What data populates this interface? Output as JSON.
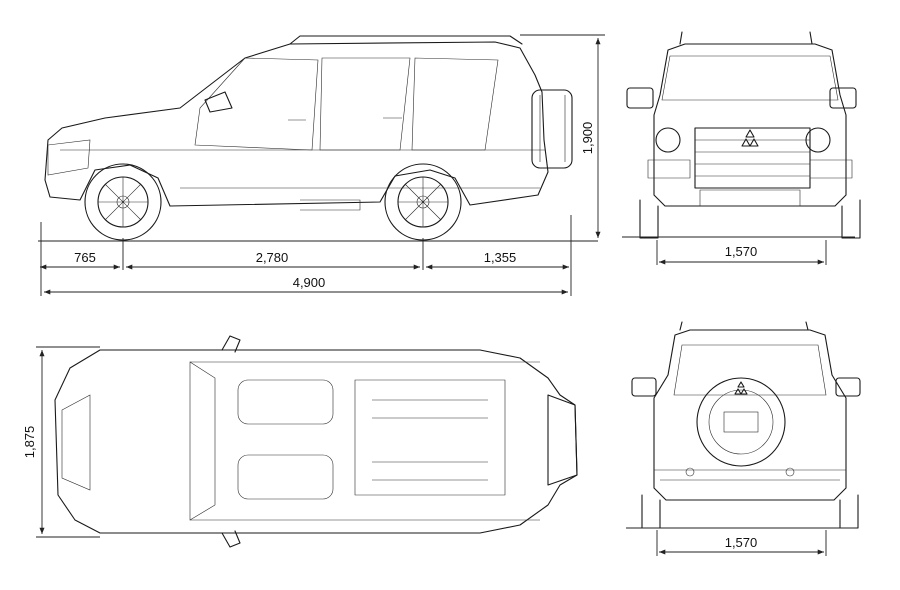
{
  "dimensions": {
    "front_overhang": "765",
    "wheelbase": "2,780",
    "rear_overhang": "1,355",
    "overall_length": "4,900",
    "height": "1,900",
    "track_front": "1,570",
    "track_rear": "1,570",
    "width": "1,875"
  },
  "logo": "three-diamond-emblem"
}
